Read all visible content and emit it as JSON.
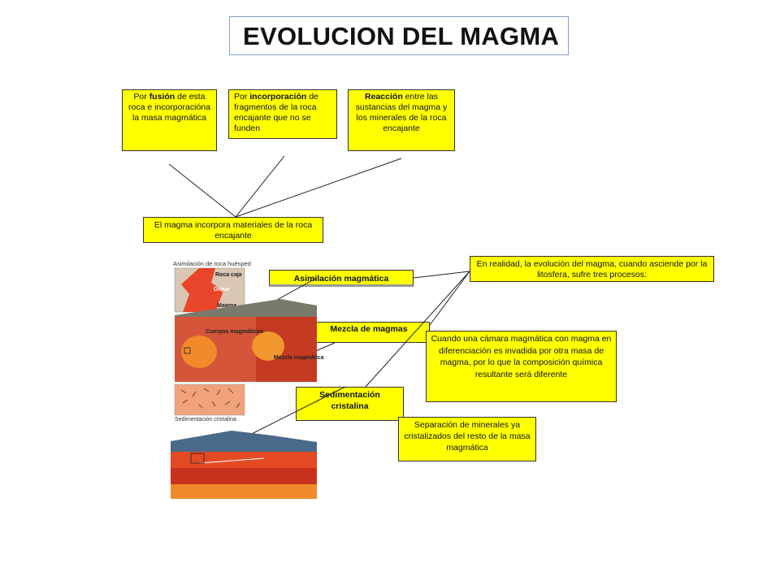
{
  "title": "EVOLUCION DEL MAGMA",
  "box_fusion": {
    "pre": "Por ",
    "bold": "fusión",
    "post": " de esta roca e incorporacióna la masa magmática"
  },
  "box_incorporacion": {
    "pre": "Por ",
    "bold": "incorporación",
    "post": " de fragmentos de la roca encajante que no se funden"
  },
  "box_reaccion": {
    "pre": "",
    "bold": "Reacción",
    "post": " entre las sustancias del magma y los minerales de la roca encajante"
  },
  "box_incorpora": "El magma incorpora materiales de la roca encajante",
  "box_evolucion": "En realidad, la evolución del magma, cuando asciende por la litosfera, sufre tres procesos:",
  "label_asimilacion": "Asimilación magmática",
  "label_mezcla": "Mezcla de magmas",
  "label_sedimentacion": "Sedimentación cristalina",
  "box_mezcla_desc": "Cuando una cámara magmática con magma en diferenciación es invadida por otra masa de magma, por lo que la composición química resultante será diferente",
  "box_sedimentacion_desc": "Separación de minerales ya cristalizados del resto de la masa magmática",
  "illustration": {
    "asimilacion_title": "Asimilación de roca huésped",
    "roca_caja": "Roca caja",
    "dique": "Dique",
    "magma": "Magma",
    "cuerpos": "Cuerpos magmáticos",
    "mezcla": "Mezcla magmática",
    "sedimentacion": "Sedimentación cristalina"
  },
  "colors": {
    "box_fill": "#ffff00",
    "title_border": "#7f9fc9",
    "magma": "#e8452a",
    "rock": "#c9b39a"
  }
}
